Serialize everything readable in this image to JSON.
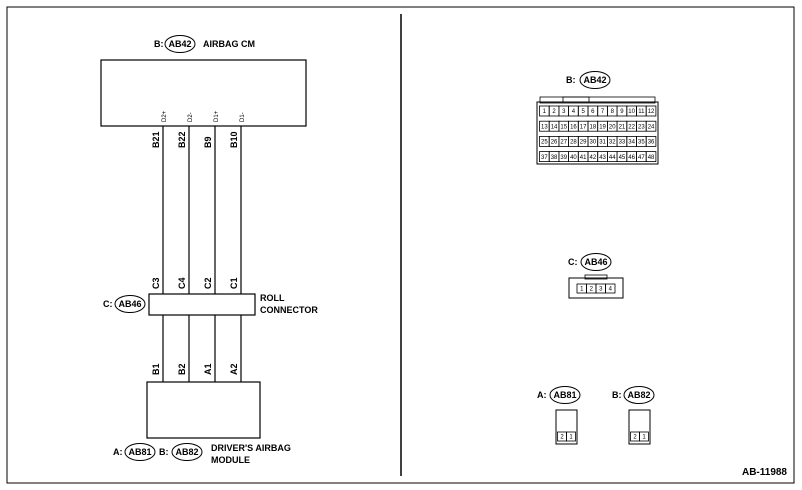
{
  "figure_id": "AB-11988",
  "airbag_cm": {
    "prefix": "B:",
    "connector": "AB42",
    "name": "AIRBAG CM",
    "terminals": [
      "D2+",
      "D2-",
      "D1+",
      "D1-"
    ],
    "pins": [
      "B21",
      "B22",
      "B9",
      "B10"
    ]
  },
  "roll_connector": {
    "prefix": "C:",
    "connector": "AB46",
    "name_line1": "ROLL",
    "name_line2": "CONNECTOR",
    "top_pins": [
      "C3",
      "C4",
      "C2",
      "C1"
    ]
  },
  "driver_module": {
    "prefix_a": "A:",
    "connector_a": "AB81",
    "prefix_b": "B:",
    "connector_b": "AB82",
    "name_line1": "DRIVER'S AIRBAG",
    "name_line2": "MODULE",
    "pins": [
      "B1",
      "B2",
      "A1",
      "A2"
    ]
  },
  "connector_views": {
    "ab42": {
      "prefix": "B:",
      "code": "AB42",
      "rows": [
        [
          "1",
          "2",
          "3",
          "4",
          "5",
          "6",
          "7",
          "8",
          "9",
          "10",
          "11",
          "12"
        ],
        [
          "13",
          "14",
          "15",
          "16",
          "17",
          "18",
          "19",
          "20",
          "21",
          "22",
          "23",
          "24"
        ],
        [
          "25",
          "26",
          "27",
          "28",
          "29",
          "30",
          "31",
          "32",
          "33",
          "34",
          "35",
          "36"
        ],
        [
          "37",
          "38",
          "39",
          "40",
          "41",
          "42",
          "43",
          "44",
          "45",
          "46",
          "47",
          "48"
        ]
      ]
    },
    "ab46": {
      "prefix": "C:",
      "code": "AB46",
      "pins": [
        "1",
        "2",
        "3",
        "4"
      ]
    },
    "ab81": {
      "prefix": "A:",
      "code": "AB81",
      "pins": [
        "2",
        "1"
      ]
    },
    "ab82": {
      "prefix": "B:",
      "code": "AB82",
      "pins": [
        "2",
        "1"
      ]
    }
  }
}
